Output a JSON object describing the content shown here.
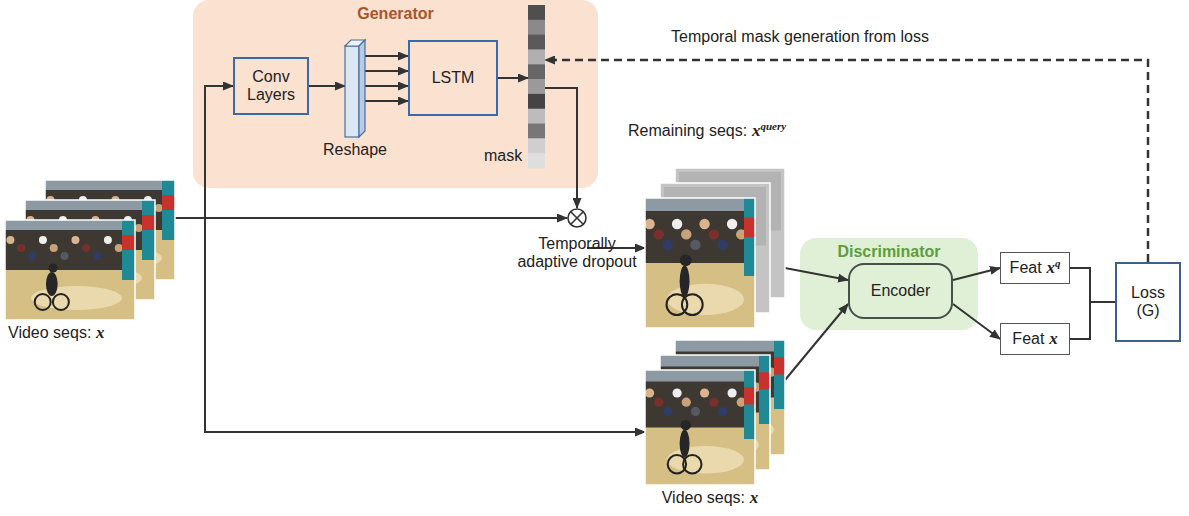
{
  "diagram": {
    "nodes": [
      {
        "text": [
          "Generator"
        ]
      },
      {
        "text": [
          "Conv Layers"
        ],
        "in": 0
      },
      {
        "text": [
          "Reshape"
        ],
        "in": 0
      },
      {
        "text": [
          "LSTM"
        ],
        "in": 0
      },
      {
        "text": [
          "mask"
        ],
        "in": 0
      },
      {
        "text": [
          "Video seqs:",
          "x"
        ]
      },
      {
        "text": [
          "Temporally adaptive dropout"
        ]
      },
      {
        "text": [
          "Remaining seqs:",
          "x",
          "query"
        ]
      },
      {
        "text": [
          "Video seqs:",
          "x"
        ]
      },
      {
        "text": [
          "Discriminator"
        ]
      },
      {
        "text": [
          "Encoder"
        ],
        "in": 9
      },
      {
        "text": [
          "Feat",
          "x",
          "q"
        ]
      },
      {
        "text": [
          "Feat",
          "x"
        ]
      },
      {
        "text": [
          "Loss (G)"
        ]
      }
    ],
    "edges": [
      {
        "from": 5,
        "to": 1,
        "arrow": "to"
      },
      {
        "from": 5,
        "to": 6,
        "arrow": "to"
      },
      {
        "from": 5,
        "to": 8,
        "arrow": "to"
      },
      {
        "from": 1,
        "to": 2,
        "arrow": "to"
      },
      {
        "from": 2,
        "to": 3,
        "arrow": "to"
      },
      {
        "from": 3,
        "to": 4,
        "arrow": "to"
      },
      {
        "from": 4,
        "to": 6,
        "arrow": "to"
      },
      {
        "from": 6,
        "to": 7,
        "arrow": "to"
      },
      {
        "from": 7,
        "to": 10,
        "arrow": "to"
      },
      {
        "from": 8,
        "to": 10,
        "arrow": "to"
      },
      {
        "from": 10,
        "to": 11,
        "arrow": "to"
      },
      {
        "from": 10,
        "to": 12,
        "arrow": "to"
      },
      {
        "from": 11,
        "to": 13,
        "arrow": "none"
      },
      {
        "from": 12,
        "to": 13,
        "arrow": "none"
      },
      {
        "from": 13,
        "to": 4,
        "arrow": "to",
        "label": "Temporal mask generation from loss"
      }
    ]
  }
}
